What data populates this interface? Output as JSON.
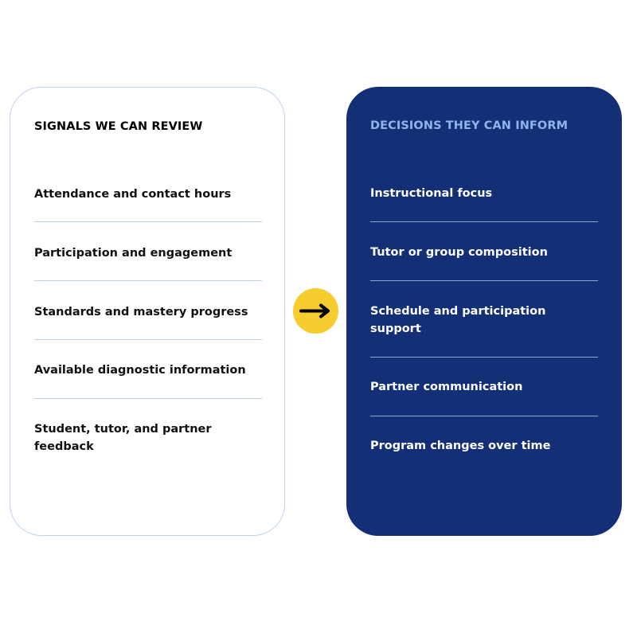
{
  "signals": {
    "title": "SIGNALS WE CAN REVIEW",
    "items": [
      "Attendance and contact hours",
      "Participation and engagement",
      "Standards and mastery progress",
      "Available diagnostic information",
      "Student, tutor, and partner feedback"
    ]
  },
  "decisions": {
    "title": "DECISIONS THEY CAN INFORM",
    "items": [
      "Instructional focus",
      "Tutor or group composition",
      "Schedule and participation support",
      "Partner communication",
      "Program changes over time"
    ]
  },
  "colors": {
    "panel_dark": "#132f75",
    "panel_border": "#bcd3ef",
    "accent_title": "#8fb4ea",
    "arrow_circle": "#f6cc2f"
  },
  "connector_icon": "right-arrow-icon"
}
